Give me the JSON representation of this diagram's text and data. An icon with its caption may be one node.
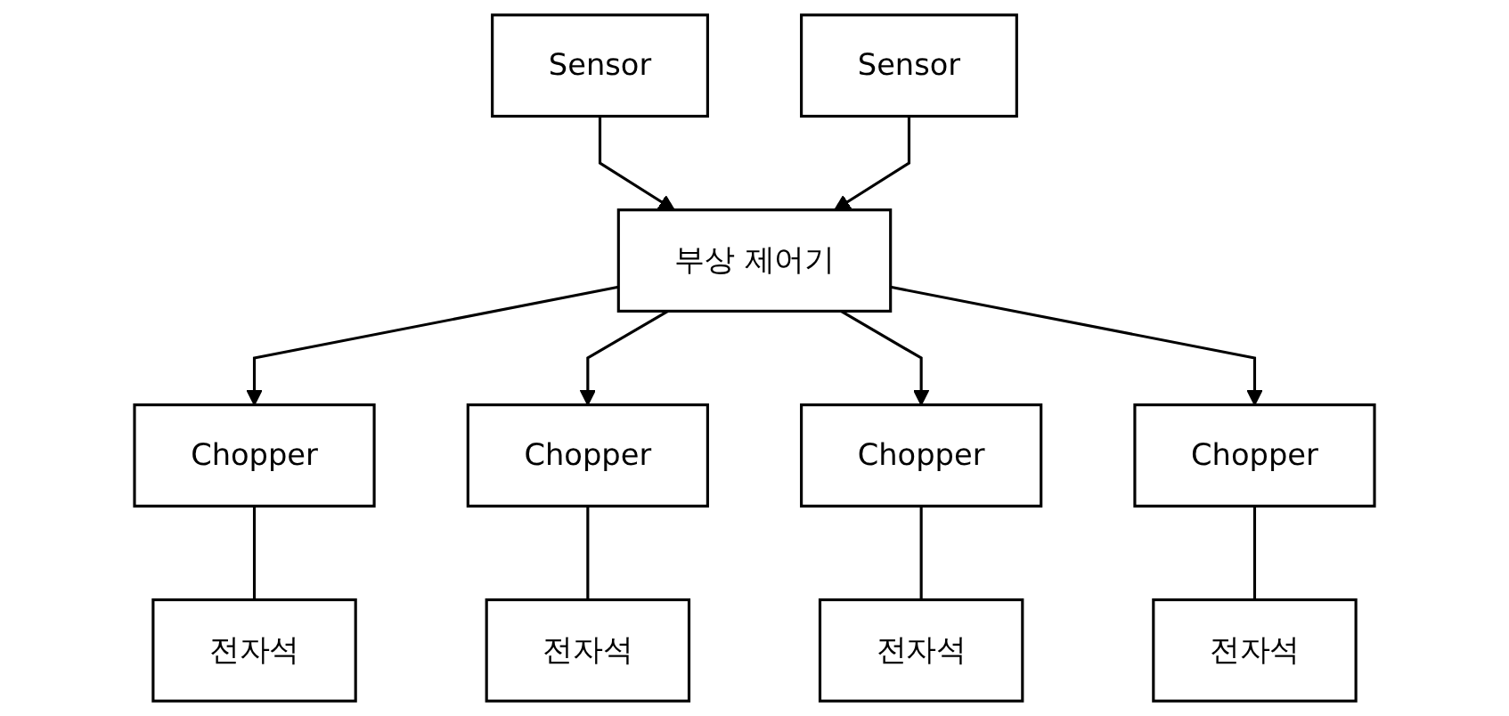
{
  "diagram": {
    "nodes": [
      {
        "text": [
          "Sensor"
        ]
      },
      {
        "text": [
          "부상 제어기"
        ]
      },
      {
        "text": [
          "Sensor"
        ]
      },
      {
        "text": [
          "Chopper"
        ]
      },
      {
        "text": [
          "Chopper"
        ]
      },
      {
        "text": [
          "Chopper"
        ]
      },
      {
        "text": [
          "Chopper"
        ]
      },
      {
        "text": [
          "전자석"
        ]
      },
      {
        "text": [
          "전자석"
        ]
      },
      {
        "text": [
          "전자석"
        ]
      },
      {
        "text": [
          "전자석"
        ]
      }
    ],
    "edges": [
      {
        "from": 0,
        "to": 1,
        "arrow": "to"
      },
      {
        "from": 2,
        "to": 1,
        "arrow": "to"
      },
      {
        "from": 1,
        "to": 3,
        "arrow": "to"
      },
      {
        "from": 1,
        "to": 4,
        "arrow": "to"
      },
      {
        "from": 1,
        "to": 5,
        "arrow": "to"
      },
      {
        "from": 1,
        "to": 6,
        "arrow": "to"
      },
      {
        "from": 3,
        "to": 7,
        "arrow": "none"
      },
      {
        "from": 4,
        "to": 8,
        "arrow": "none"
      },
      {
        "from": 5,
        "to": 9,
        "arrow": "none"
      },
      {
        "from": 6,
        "to": 10,
        "arrow": "none"
      }
    ]
  }
}
